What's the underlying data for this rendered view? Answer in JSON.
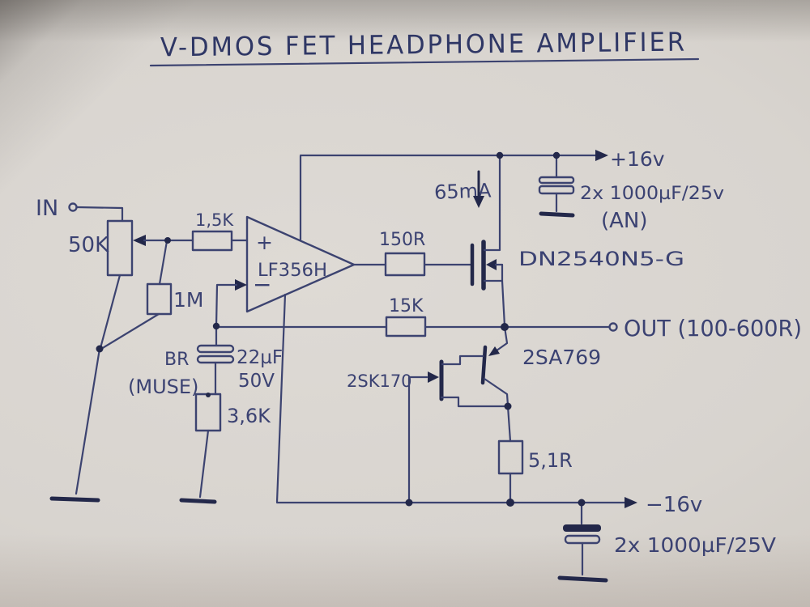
{
  "title": "V-DMOS FET HEADPHONE AMPLIFIER",
  "io": {
    "input": "IN",
    "output": "OUT (100-600R)"
  },
  "power": {
    "positive_rail": "+16v",
    "negative_rail": "−16v",
    "positive_cap": "2x 1000µF/25v",
    "positive_cap_note": "(AN)",
    "negative_cap": "2x 1000µF/25V",
    "bias_current": "65mA"
  },
  "components": {
    "volume_pot": "50K",
    "series_resistor": "1,5K",
    "bias_resistor": "1M",
    "opamp": "LF356H",
    "opamp_plus": "+",
    "opamp_minus": "−",
    "gate_resistor": "150R",
    "feedback_resistor": "15K",
    "mosfet": "DN2540N5-G",
    "pnp": "2SA769",
    "jfet": "2SK170",
    "feedback_cap_value": "22µF",
    "feedback_cap_voltage": "50V",
    "feedback_cap_brand": "BR",
    "feedback_cap_series": "(MUSE)",
    "source_resistor": "3,6K",
    "sense_resistor": "5,1R"
  }
}
